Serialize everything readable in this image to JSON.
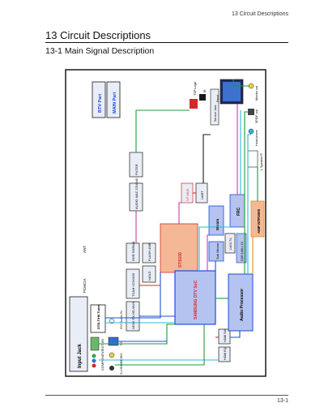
{
  "header": {
    "running_head": "13 Circuit Descriptions"
  },
  "chapter": {
    "title": "13 Circuit Descriptions"
  },
  "section": {
    "title": "13-1 Main Signal Description"
  },
  "footer": {
    "page_number": "13-1"
  },
  "diagram": {
    "board_labels": {
      "btv": "BTV Part",
      "main": "MAIN Part"
    },
    "input_jack": "Input Jack",
    "pcmcia": "PCMCIA",
    "ant": "ANT",
    "tuner": "DTB-T/H8 Tuner",
    "ext_io": "EXT I/O",
    "component": "COMPONENT",
    "video": "VIDEO",
    "svideo": "S-VIDEO",
    "pc": "PC",
    "hdmi_dvi": "DVI Audio IN",
    "tcam": "TCAM LCX0150",
    "mux": "HDMI RX HD-MUX",
    "filter": "FILTER",
    "audio_mac": "AUDIO MAC CS4340",
    "ci_ram": "DDR SDRAM",
    "flash": "FLASH 4MB",
    "nand": "NAND",
    "soc_btv": "STi5100",
    "soc_main": "SAMSUNG DTV SoC",
    "ntp": "NT MUX",
    "uart": "UART",
    "micom": "Micom",
    "frc": "FRC",
    "lvds": "LVDS TX",
    "panel_ddr": "DDR 16M x 16",
    "audio_proc": "Audio Processor",
    "amp": "AMP NTP3000",
    "sub_micom": "Sub Micom",
    "hdmi_ic1": "HDMI SW",
    "hdmi_ic2": "HDMI EQ",
    "tsp": "TSP Logic",
    "panel_label": "Panel",
    "monitor_out": "Monitor out",
    "spdif": "SPDIF out",
    "headphone": "Head phone",
    "speaker_l": "L Speaker R",
    "ir": "IR",
    "service_jack": "Service Jack"
  },
  "colors": {
    "frame": "#1a1a1a",
    "bus_blue": "#1f4fd6",
    "bus_cyan": "#2bb8d8",
    "bus_green": "#1d9b3a",
    "bus_red": "#d8262b",
    "bus_orange": "#e88d1f",
    "bus_magenta": "#c43fa8",
    "block_fill": "#e9edf6",
    "soc_fill": "#b4c3ef",
    "btv_fill": "#f5b896"
  }
}
